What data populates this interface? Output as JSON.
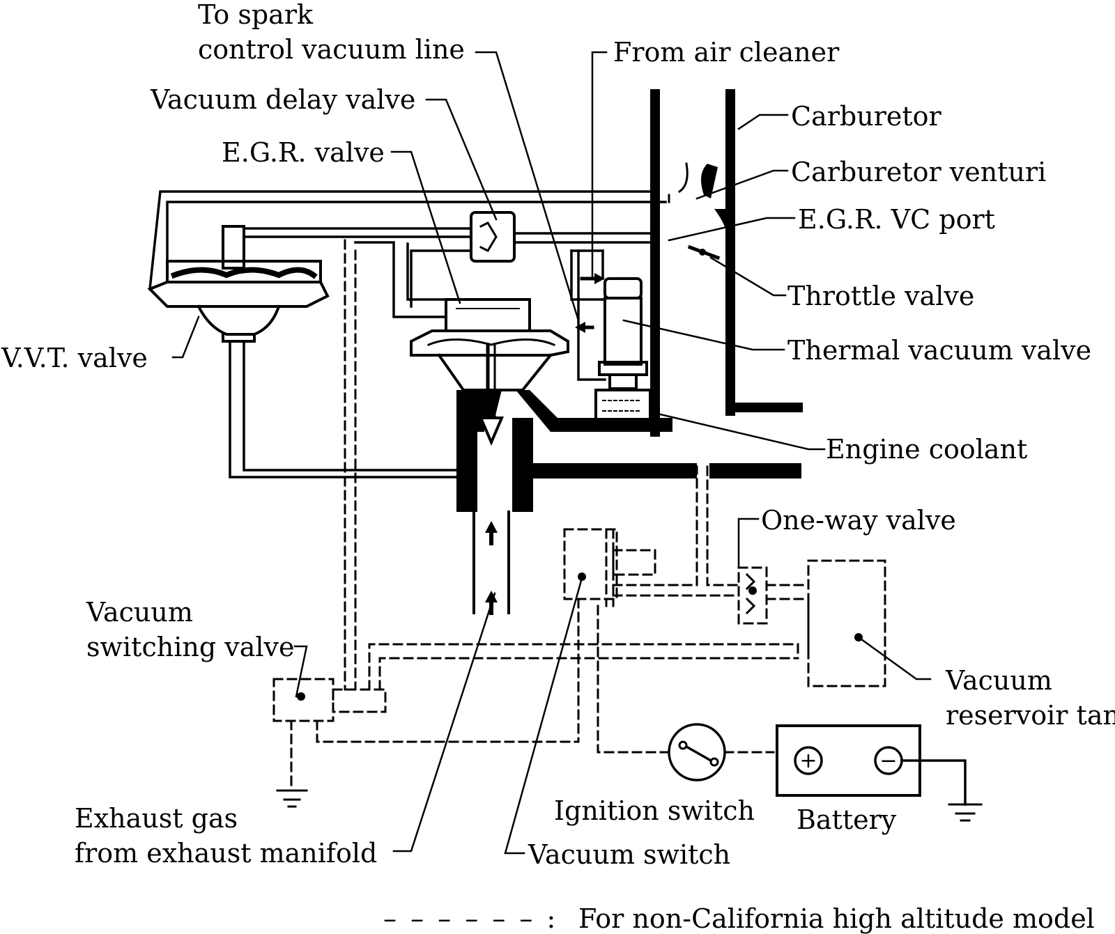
{
  "labels": {
    "spark_line_1": "To spark",
    "spark_line_2": "control vacuum line",
    "air_cleaner": "From air cleaner",
    "vacuum_delay_valve": "Vacuum delay valve",
    "carburetor": "Carburetor",
    "egr_valve": "E.G.R. valve",
    "carburetor_venturi": "Carburetor venturi",
    "egr_vc_port": "E.G.R. VC port",
    "throttle_valve": "Throttle valve",
    "vvt_valve": "V.V.T. valve",
    "thermal_vacuum_valve": "Thermal vacuum valve",
    "engine_coolant": "Engine coolant",
    "one_way_valve": "One-way valve",
    "vsv_line_1": "Vacuum",
    "vsv_line_2": "switching valve",
    "reservoir_line_1": "Vacuum",
    "reservoir_line_2": "reservoir tan",
    "exhaust_line_1": "Exhaust gas",
    "exhaust_line_2": "from exhaust manifold",
    "ignition_switch": "Ignition switch",
    "battery": "Battery",
    "vacuum_switch": "Vacuum switch"
  },
  "legend": {
    "dash": "– – – – – – :",
    "text": "For non-California high altitude model"
  },
  "battery_terminals": {
    "positive": "+",
    "negative": "−"
  },
  "colors": {
    "ink": "#000000",
    "paper": "#ffffff"
  }
}
